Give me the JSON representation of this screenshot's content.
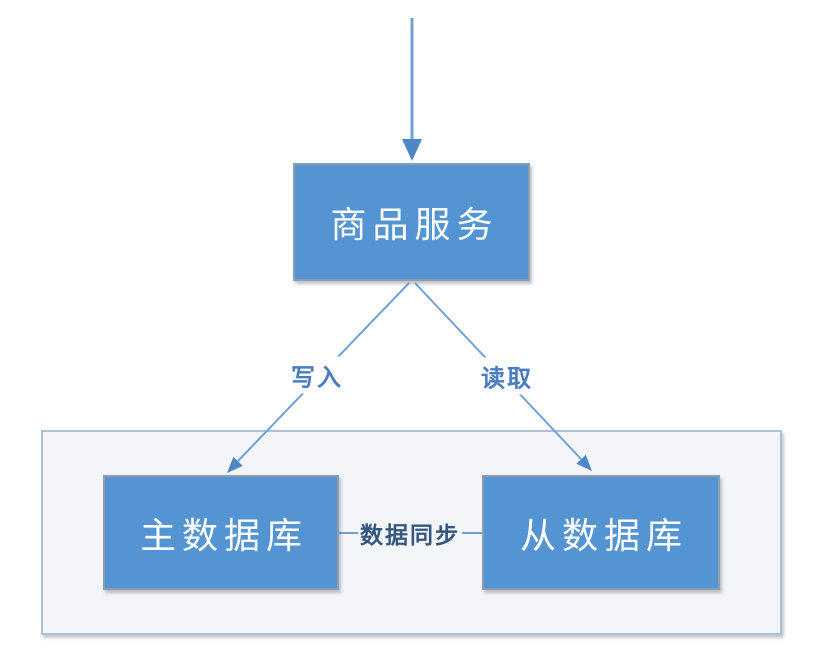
{
  "diagram": {
    "nodes": {
      "service": {
        "label": "商品服务"
      },
      "master_db": {
        "label": "主数据库"
      },
      "slave_db": {
        "label": "从数据库"
      }
    },
    "edges": {
      "write": {
        "label": "写入",
        "from": "商品服务",
        "to": "主数据库"
      },
      "read": {
        "label": "读取",
        "from": "商品服务",
        "to": "从数据库"
      },
      "sync": {
        "label": "数据同步",
        "from": "主数据库",
        "to": "从数据库"
      }
    },
    "colors": {
      "background": "#ffffff",
      "node_fill": "#5594d2",
      "node_border": "#8e9dae",
      "node_text": "#ffffff",
      "line": "#6fa0d6",
      "arrowhead": "#4e86c6",
      "edge_label": "#4a7cc2",
      "sync_label": "#35567f",
      "container_fill": "#f4f5f9",
      "container_border": "#abc0da"
    }
  }
}
